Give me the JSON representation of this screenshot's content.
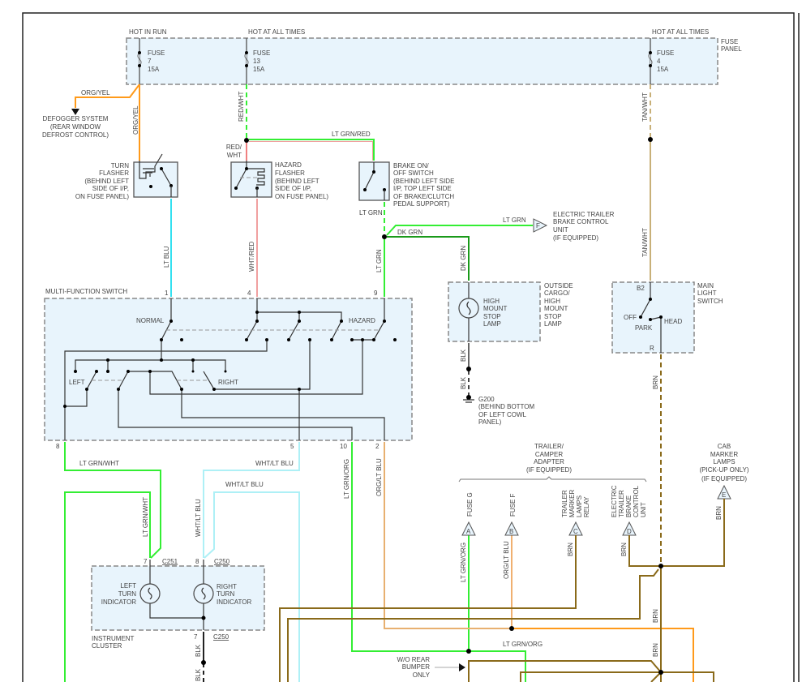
{
  "fuse_panel": {
    "label": [
      "FUSE",
      "PANEL"
    ],
    "feeds": [
      "HOT IN RUN",
      "HOT AT ALL TIMES",
      "HOT AT ALL TIMES"
    ],
    "fuses": [
      {
        "name": "FUSE",
        "number": "7",
        "rating": "15A"
      },
      {
        "name": "FUSE",
        "number": "13",
        "rating": "15A"
      },
      {
        "name": "FUSE",
        "number": "4",
        "rating": "15A"
      }
    ]
  },
  "wires": {
    "org_yel": "ORG/YEL",
    "red_wht": "RED/WHT",
    "red_wht_split": [
      "RED/",
      "WHT"
    ],
    "lt_grn_red": "LT GRN/RED",
    "tan_wht": "TAN/WHT",
    "lt_blu": "LT BLU",
    "wht_red": "WHT/RED",
    "lt_grn": "LT GRN",
    "dk_grn": "DK GRN",
    "blk": "BLK",
    "brn": "BRN",
    "lt_grn_wht": "LT GRN/WHT",
    "wht_lt_blu": "WHT/LT BLU",
    "lt_grn_org": "LT GRN/ORG",
    "org_lt_blu": "ORG/LT BLU"
  },
  "components": {
    "defogger": [
      "DEFOGGER SYSTEM",
      "(REAR WINDOW",
      "DEFROST CONTROL)"
    ],
    "turn_flasher": [
      "TURN",
      "FLASHER",
      "(BEHIND LEFT",
      "SIDE OF I/P,",
      "ON FUSE PANEL)"
    ],
    "hazard_flasher": [
      "HAZARD",
      "FLASHER",
      "(BEHIND LEFT",
      "SIDE OF I/P,",
      "ON FUSE PANEL)"
    ],
    "brake_switch": [
      "BRAKE ON/",
      "OFF SWITCH",
      "(BEHIND LEFT SIDE",
      "I/P, TOP LEFT SIDE",
      "OF BRAKE/CLUTCH",
      "PEDAL SUPPORT)"
    ],
    "etbc": [
      "ELECTRIC TRAILER",
      "BRAKE CONTROL",
      "UNIT",
      "(IF EQUIPPED)"
    ],
    "etbc_connector": "F",
    "hmsl_inner": [
      "HIGH",
      "MOUNT",
      "STOP",
      "LAMP"
    ],
    "hmsl_outer": [
      "OUTSIDE",
      "CARGO/",
      "HIGH",
      "MOUNT",
      "STOP",
      "LAMP"
    ],
    "ground": [
      "G200",
      "(BEHIND BOTTOM",
      "OF LEFT COWL",
      "PANEL)"
    ],
    "main_light_switch": {
      "label": [
        "MAIN",
        "LIGHT",
        "SWITCH"
      ],
      "b2": "B2",
      "off": "OFF",
      "park": "PARK",
      "head": "HEAD",
      "r": "R"
    },
    "multi_function_switch": {
      "label": "MULTI-FUNCTION SWITCH",
      "normal": "NORMAL",
      "hazard": "HAZARD",
      "left": "LEFT",
      "right": "RIGHT",
      "pins_top": [
        "1",
        "4",
        "9"
      ],
      "pins_bottom": [
        "8",
        "5",
        "10",
        "2"
      ]
    },
    "instrument_cluster": {
      "label": [
        "INSTRUMENT",
        "CLUSTER"
      ],
      "left": [
        "LEFT",
        "TURN",
        "INDICATOR"
      ],
      "right": [
        "RIGHT",
        "TURN",
        "INDICATOR"
      ],
      "pin_left": "7",
      "conn_left": "C251",
      "pin_right": "8",
      "conn_right": "C250",
      "pin_bottom": "7",
      "conn_bottom": "C250"
    },
    "trailer_adapter": {
      "label": [
        "TRAILER/",
        "CAMPER",
        "ADAPTER",
        "(IF EQUIPPED)"
      ],
      "pins": [
        {
          "letter": "A",
          "label": [
            "FUSE G"
          ]
        },
        {
          "letter": "B",
          "label": [
            "FUSE F"
          ]
        },
        {
          "letter": "C",
          "label": [
            "TRAILER",
            "MARKER",
            "LAMPS",
            "RELAY"
          ]
        },
        {
          "letter": "D",
          "label": [
            "ELECTRIC",
            "TRAILER",
            "BRAKE",
            "CONTROL",
            "UNIT"
          ]
        }
      ]
    },
    "cab_marker": {
      "label": [
        "CAB",
        "MARKER",
        "LAMPS",
        "(PICK-UP ONLY)",
        "(IF EQUIPPED)"
      ],
      "letter": "E"
    },
    "wo_rear_bumper": [
      "W/O REAR",
      "BUMPER",
      "ONLY"
    ]
  },
  "colors": {
    "lt_grn": "#33ee33",
    "dk_grn": "#1a9a1a",
    "lt_blu": "#33e0f0",
    "orange": "#ff9a1a",
    "tan": "#c8b078",
    "brown": "#8a6a1a",
    "pink": "#f08080",
    "box_fill": "#e8f4fc"
  }
}
